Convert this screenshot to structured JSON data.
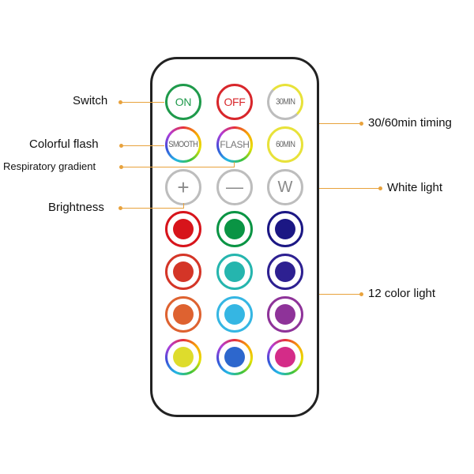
{
  "buttons": {
    "on": "ON",
    "off": "OFF",
    "timer30": "30MIN",
    "smooth": "SMOOTH",
    "flash": "FLASH",
    "timer60": "60MIN",
    "plus": "+",
    "minus": "—",
    "white": "W"
  },
  "button_colors": {
    "on": "#1f9a4b",
    "off": "#d8262b",
    "timer_text": "#666666",
    "smooth_text": "#666666",
    "flash_text": "#777777"
  },
  "color_buttons": [
    "#d7141b",
    "#0a9444",
    "#1b1784",
    "#d43527",
    "#25b5ae",
    "#2d2091",
    "#de6230",
    "#35b6e3",
    "#8e3399",
    "#dedc2c",
    "#2d67cd",
    "#d42c88"
  ],
  "labels": {
    "switch": "Switch",
    "colorful_flash": "Colorful flash",
    "respiratory_gradient": "Respiratory gradient",
    "brightness": "Brightness",
    "timing": "30/60min timing",
    "white_light": "White light",
    "color_light": "12 color light"
  }
}
